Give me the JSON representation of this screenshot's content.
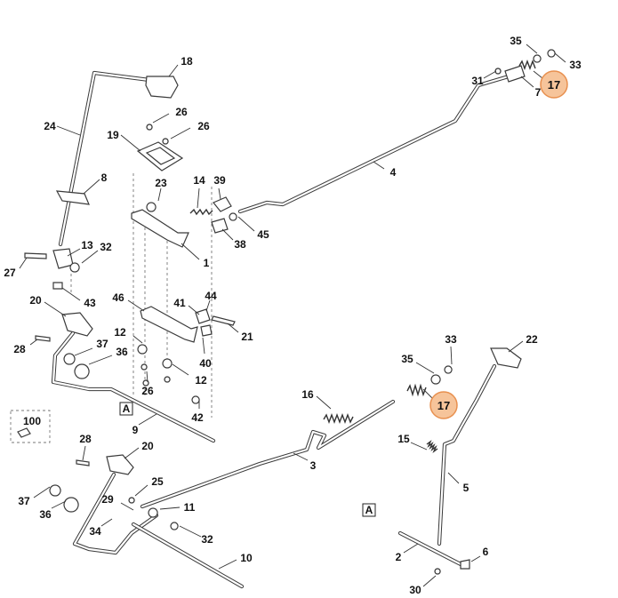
{
  "diagram": {
    "callouts": [
      {
        "id": "c18",
        "text": "18"
      },
      {
        "id": "c24",
        "text": "24"
      },
      {
        "id": "c26a",
        "text": "26"
      },
      {
        "id": "c26b",
        "text": "26"
      },
      {
        "id": "c19",
        "text": "19"
      },
      {
        "id": "c8",
        "text": "8"
      },
      {
        "id": "c23",
        "text": "23"
      },
      {
        "id": "c14",
        "text": "14"
      },
      {
        "id": "c39",
        "text": "39"
      },
      {
        "id": "c45",
        "text": "45"
      },
      {
        "id": "c38",
        "text": "38"
      },
      {
        "id": "c1",
        "text": "1"
      },
      {
        "id": "c13",
        "text": "13"
      },
      {
        "id": "c32a",
        "text": "32"
      },
      {
        "id": "c27",
        "text": "27"
      },
      {
        "id": "c43",
        "text": "43"
      },
      {
        "id": "c35a",
        "text": "35"
      },
      {
        "id": "c33a",
        "text": "33"
      },
      {
        "id": "c31",
        "text": "31"
      },
      {
        "id": "c7",
        "text": "7"
      },
      {
        "id": "c4",
        "text": "4"
      },
      {
        "id": "c20a",
        "text": "20"
      },
      {
        "id": "c46",
        "text": "46"
      },
      {
        "id": "c41",
        "text": "41"
      },
      {
        "id": "c44",
        "text": "44"
      },
      {
        "id": "c21",
        "text": "21"
      },
      {
        "id": "c28a",
        "text": "28"
      },
      {
        "id": "c37a",
        "text": "37"
      },
      {
        "id": "c36a",
        "text": "36"
      },
      {
        "id": "c12a",
        "text": "12"
      },
      {
        "id": "c40",
        "text": "40"
      },
      {
        "id": "c12b",
        "text": "12"
      },
      {
        "id": "c26c",
        "text": "26"
      },
      {
        "id": "c42",
        "text": "42"
      },
      {
        "id": "c9",
        "text": "9"
      },
      {
        "id": "c100",
        "text": "100"
      },
      {
        "id": "c33b",
        "text": "33"
      },
      {
        "id": "c35b",
        "text": "35"
      },
      {
        "id": "c22",
        "text": "22"
      },
      {
        "id": "c16",
        "text": "16"
      },
      {
        "id": "c3",
        "text": "3"
      },
      {
        "id": "c15",
        "text": "15"
      },
      {
        "id": "c5",
        "text": "5"
      },
      {
        "id": "c28b",
        "text": "28"
      },
      {
        "id": "c20b",
        "text": "20"
      },
      {
        "id": "c25",
        "text": "25"
      },
      {
        "id": "c37b",
        "text": "37"
      },
      {
        "id": "c36b",
        "text": "36"
      },
      {
        "id": "c29",
        "text": "29"
      },
      {
        "id": "c11",
        "text": "11"
      },
      {
        "id": "c34",
        "text": "34"
      },
      {
        "id": "c32b",
        "text": "32"
      },
      {
        "id": "c10",
        "text": "10"
      },
      {
        "id": "c2",
        "text": "2"
      },
      {
        "id": "c6",
        "text": "6"
      },
      {
        "id": "c30",
        "text": "30"
      }
    ],
    "highlighted": [
      {
        "id": "h17a",
        "text": "17"
      },
      {
        "id": "h17b",
        "text": "17"
      }
    ],
    "reference_marks": [
      {
        "id": "refA1",
        "text": "A"
      },
      {
        "id": "refA2",
        "text": "A"
      }
    ],
    "colors": {
      "line": "#3a3a3a",
      "highlight_fill": "#f6c49a",
      "highlight_stroke": "#e8904f"
    }
  }
}
